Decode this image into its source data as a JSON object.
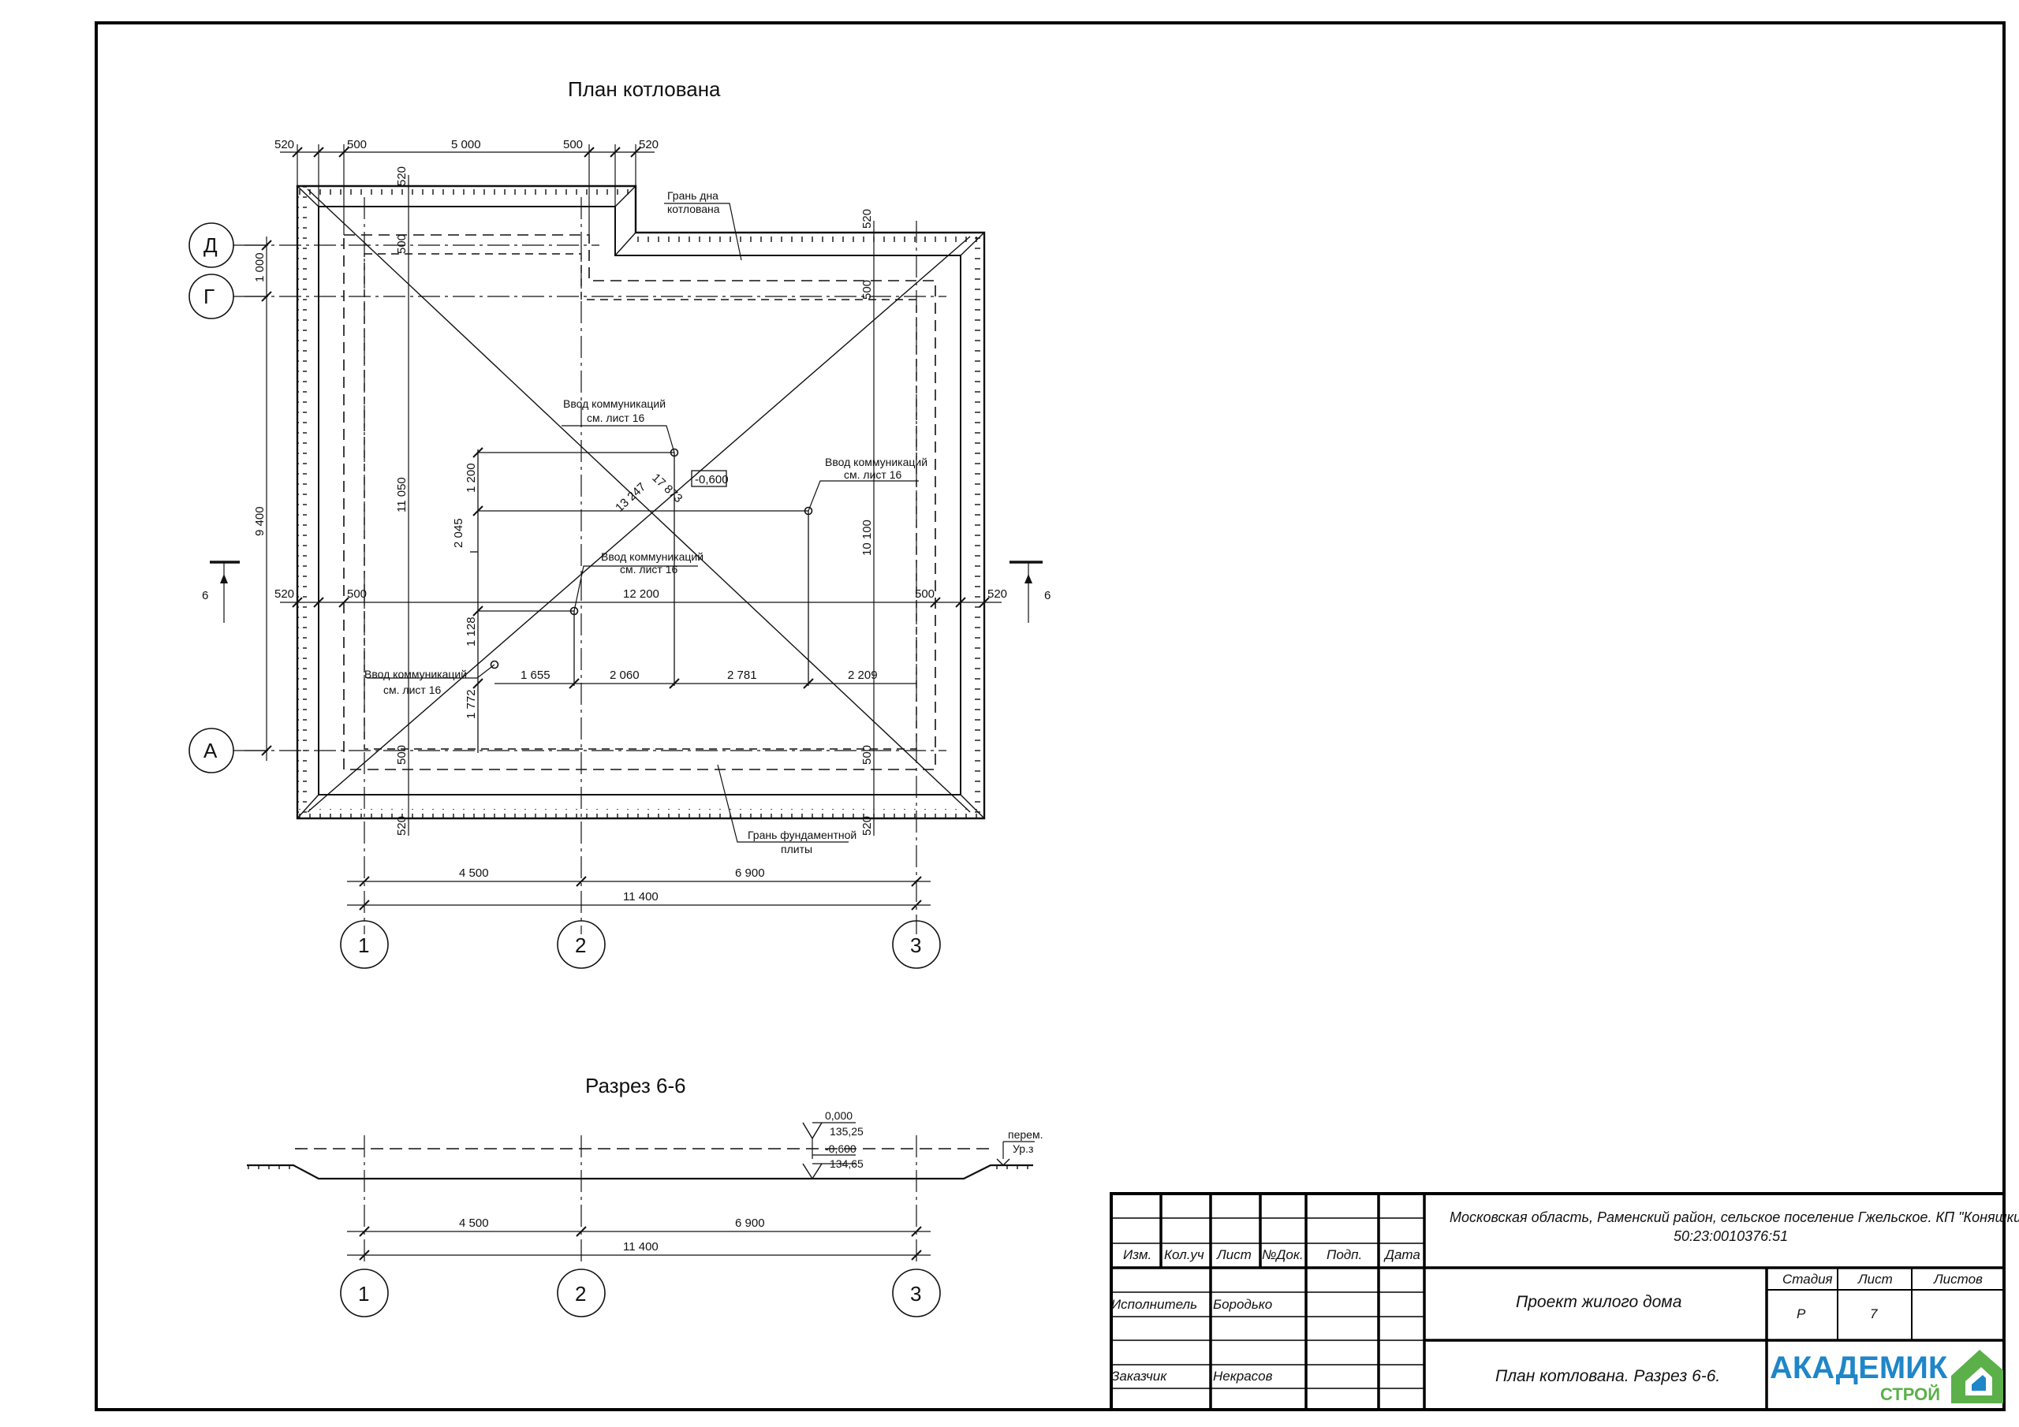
{
  "titles": {
    "plan": "План котлована",
    "section": "Разрез 6-6"
  },
  "plan_dims": {
    "top": [
      "520",
      "500",
      "5 000",
      "500",
      "520"
    ],
    "middle": [
      "520",
      "500",
      "12 200",
      "500",
      "520"
    ],
    "left_vertical": [
      "1 000",
      "9 400"
    ],
    "inner_vertical": [
      "11 050",
      "10 100"
    ],
    "offsets_520": "520",
    "offsets_500": "500",
    "utility_vertical": [
      "1 200",
      "2 045",
      "1 128",
      "1 772"
    ],
    "utility_horizontal": [
      "1 655",
      "2 060",
      "2 781",
      "2 209"
    ],
    "diagonals": [
      "17 873",
      "13 247"
    ],
    "bottom_row1": [
      "4 500",
      "6 900"
    ],
    "bottom_row2": "11 400",
    "level": "-0,600"
  },
  "notes": {
    "pit_bottom_line1": "Грань дна",
    "pit_bottom_line2": "котлована",
    "slab_line1": "Грань фундаментной",
    "slab_line2": "плиты",
    "utility_line1": "Ввод коммуникаций",
    "utility_line2": "см. лист 16"
  },
  "axes": {
    "letters": [
      "Д",
      "Г",
      "А"
    ],
    "numbers": [
      "1",
      "2",
      "3"
    ]
  },
  "section_mark": "6",
  "section_levels": {
    "l1": "0,000",
    "l2": "135,25",
    "l3": "-0,600",
    "l4": "134,65",
    "ground1": "перем.",
    "ground2": "Ур.з"
  },
  "section_dims": [
    "4 500",
    "6 900",
    "11 400"
  ],
  "stamp": {
    "headers": [
      "Изм.",
      "Кол.уч",
      "Лист",
      "№Док.",
      "Подп.",
      "Дата"
    ],
    "executor_label": "Исполнитель",
    "executor": "Бородько",
    "customer_label": "Заказчик",
    "customer": "Некрасов",
    "address_line1": "Московская область, Раменский район, сельское поселение Гжельское. КП \"Коняшкино-Парк\"",
    "address_line2": "50:23:0010376:51",
    "project": "Проект жилого дома",
    "sheet_title": "План котлована. Разрез 6-6.",
    "stage_label": "Стадия",
    "sheet_label": "Лист",
    "sheets_label": "Листов",
    "stage": "Р",
    "sheet": "7",
    "logo_line1": "АКАДЕМИК",
    "logo_line2": "СТРОЙ"
  },
  "colors": {
    "logo_blue": "#1f86c8",
    "logo_green": "#5bb04a"
  }
}
